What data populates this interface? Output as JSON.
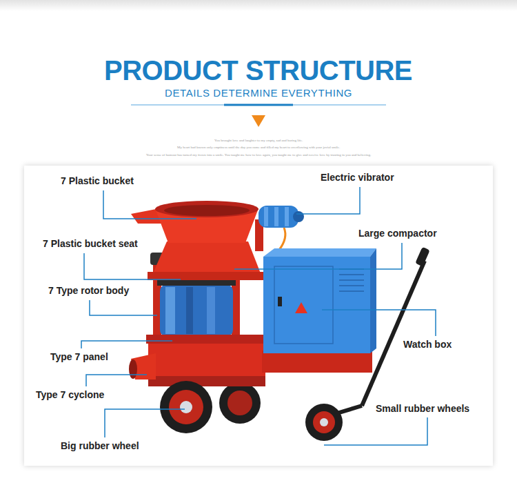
{
  "diagram": {
    "title": "PRODUCT STRUCTURE",
    "labels": [
      "DETAILS DETERMINE EVERYTHING",
      "You brought love and laughter to my empty, sad and boring life.",
      "My heart had known only emptiness until the day you came and filled my heart to overflowing with your jovial smile.",
      "Your sense of humour has turned my frown into a smile. You taught me how to love again, you taught me to give and receive love by trusting in you and believing.",
      "7 Plastic bucket",
      "Electric vibrator",
      "Large compactor",
      "7 Plastic bucket seat",
      "7 Type rotor body",
      "Watch box",
      "Type 7 panel",
      "Type 7 cyclone",
      "Small rubber wheels",
      "Big rubber wheel"
    ]
  }
}
